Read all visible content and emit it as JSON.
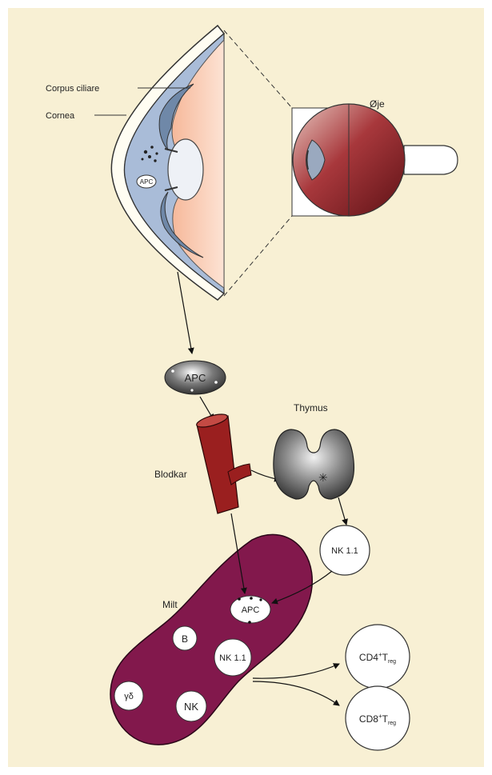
{
  "labels": {
    "corpus_ciliare": "Corpus ciliare",
    "cornea": "Cornea",
    "eye": "Øje",
    "apc_eye": "APC",
    "apc_transit": "APC",
    "thymus": "Thymus",
    "blodkar": "Blodkar",
    "nk11_thymus": "NK 1.1",
    "milt": "Milt",
    "apc_spleen": "APC",
    "b": "B",
    "nk11_spleen": "NK 1.1",
    "gd": "γδ",
    "nk": "NK",
    "cd4_base": "CD4",
    "cd4_sup": "+",
    "cd4_sub": "reg",
    "cd8_base": "CD8",
    "cd8_sup": "+",
    "cd8_sub": "reg"
  },
  "colors": {
    "background": "#f8f0d4",
    "spleen": "#82184c",
    "vessel": "#9a1f1f",
    "aqueous": "#a9bcd8",
    "retina": "#f6c3a6",
    "eyeball": "#8e1f24"
  }
}
